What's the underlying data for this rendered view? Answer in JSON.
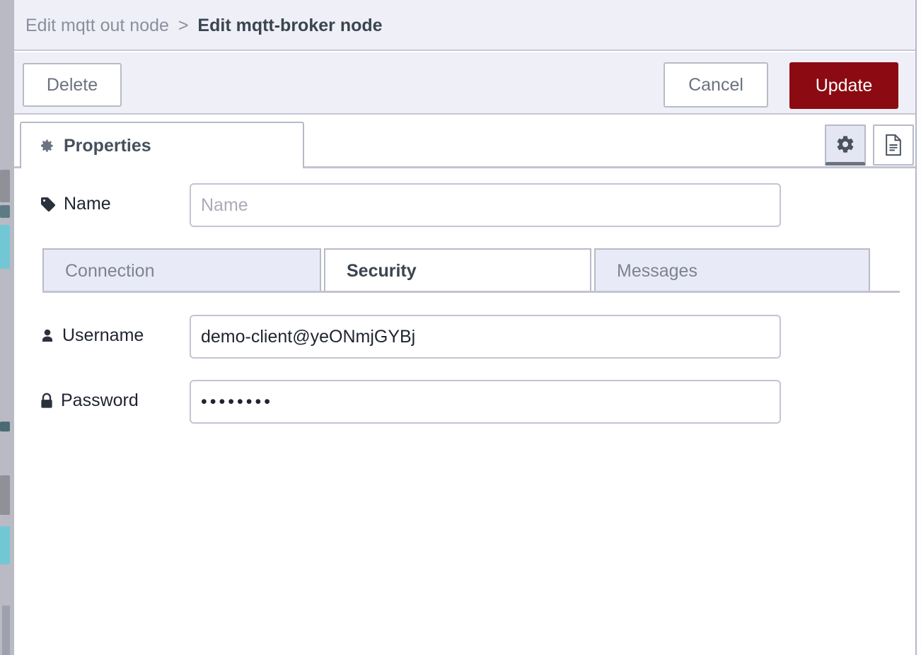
{
  "breadcrumb": {
    "parent": "Edit mqtt out node",
    "separator": ">",
    "current": "Edit mqtt-broker node"
  },
  "toolbar": {
    "delete_label": "Delete",
    "cancel_label": "Cancel",
    "update_label": "Update"
  },
  "tabs": {
    "properties_label": "Properties",
    "icons": [
      {
        "name": "gear-icon",
        "active": true
      },
      {
        "name": "description-icon",
        "active": false
      }
    ]
  },
  "form": {
    "name": {
      "label": "Name",
      "icon": "tag-icon",
      "value": "",
      "placeholder": "Name"
    },
    "username": {
      "label": "Username",
      "icon": "user-icon",
      "value": "demo-client@yeONmjGYBj",
      "placeholder": ""
    },
    "password": {
      "label": "Password",
      "icon": "lock-icon",
      "value": "••••••••",
      "placeholder": ""
    }
  },
  "subtabs": [
    {
      "label": "Connection",
      "active": false
    },
    {
      "label": "Security",
      "active": true
    },
    {
      "label": "Messages",
      "active": false
    }
  ],
  "colors": {
    "brand_red": "#8c0b12",
    "header_bg": "#eff0f7",
    "subtab_inactive_bg": "#e8eaf7",
    "border": "#b8bac7",
    "text_dark": "#3a4550",
    "text_muted": "#8b8e9e"
  }
}
